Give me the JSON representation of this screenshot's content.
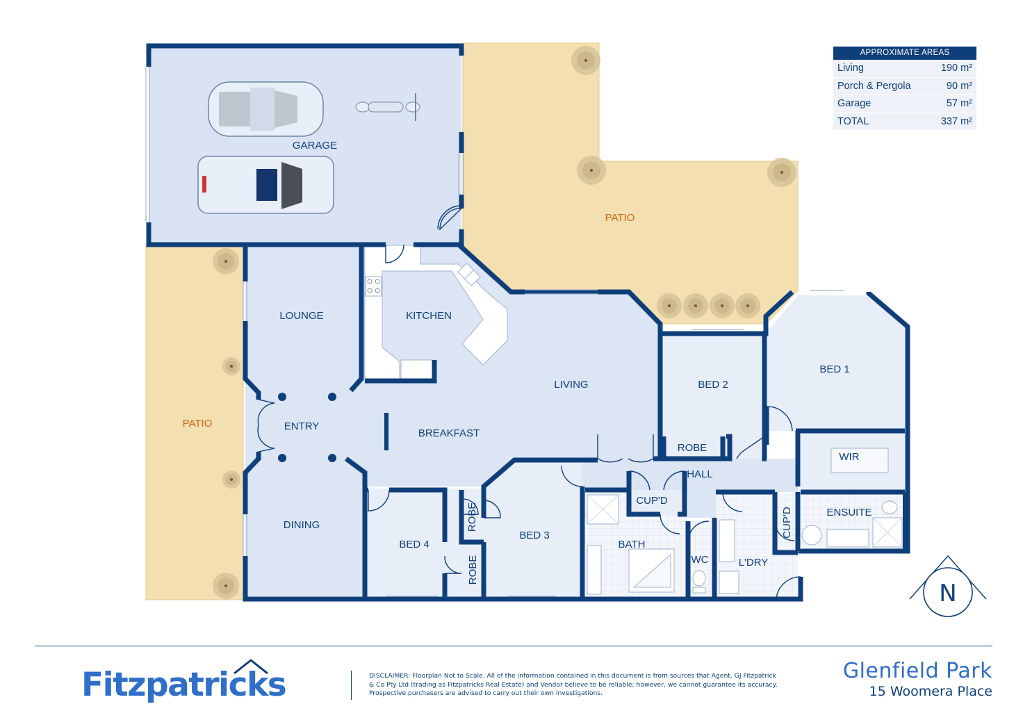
{
  "rooms": {
    "garage": "GARAGE",
    "patio_north": "PATIO",
    "patio_west": "PATIO",
    "lounge": "LOUNGE",
    "kitchen": "KITCHEN",
    "living": "LIVING",
    "entry": "ENTRY",
    "breakfast": "BREAKFAST",
    "dining": "DINING",
    "bed1": "BED 1",
    "bed2": "BED 2",
    "bed3": "BED 3",
    "bed4": "BED 4",
    "robe_bed2": "ROBE",
    "robe_bed3": "ROBE",
    "robe_bed4": "ROBE",
    "wir": "WIR",
    "hall": "HALL",
    "cupd_hall": "CUP'D",
    "cupd_laundry": "CUP'D",
    "ensuite": "ENSUITE",
    "bath": "BATH",
    "wc": "WC",
    "laundry": "L'DRY"
  },
  "areas": {
    "heading": "APPROXIMATE AREAS",
    "rows": [
      {
        "label": "Living",
        "value": "190 m²"
      },
      {
        "label": "Porch & Pergola",
        "value": "90 m²"
      },
      {
        "label": "Garage",
        "value": "57 m²"
      },
      {
        "label": "TOTAL",
        "value": "337 m²"
      }
    ]
  },
  "compass": {
    "label": "N"
  },
  "footer": {
    "brand": "Fitzpatricks",
    "disclaimer": "DISCLAIMER: Floorplan Not to Scale. All of the information contained in this document is from sources that Agent, GJ Fitzpatrick & Co Pty Ltd (trading as Fitzpatricks Real Estate) and Vendor believe to be reliable; however, we cannot guarantee its accuracy. Prospective purchasers are advised to carry out their own investigations.",
    "suburb": "Glenfield Park",
    "address": "15 Woomera Place"
  },
  "colors": {
    "wall": "#0f3f7a",
    "garage_fill": "#d9e3f3",
    "living_fill": "#dbe5f4",
    "bedroom_fill": "#e8eef8",
    "wet_fill": "#f2f5fa",
    "patio_fill": "#f4dfb0",
    "brand_blue": "#2f6ec9",
    "patio_text": "#c86a10"
  },
  "icons": [
    "car-icon",
    "motorbike-icon",
    "shrub-icon",
    "stove-icon",
    "sink-icon",
    "bathtub-icon",
    "toilet-icon",
    "compass-icon",
    "roof-icon"
  ]
}
